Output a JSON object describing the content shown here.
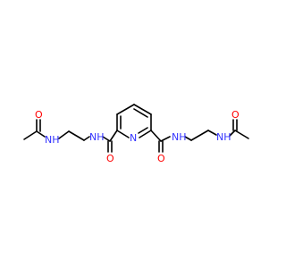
{
  "molecule": {
    "colors": {
      "carbon_bond": "#000000",
      "nitrogen": "#3333ff",
      "oxygen": "#ff0000"
    },
    "atoms": [
      {
        "id": "O1",
        "element": "O",
        "label": "O",
        "color": "#ff0000"
      },
      {
        "id": "N1",
        "element": "N",
        "label": "NH",
        "color": "#3333ff"
      },
      {
        "id": "N2",
        "element": "N",
        "label": "NH",
        "color": "#3333ff"
      },
      {
        "id": "O2",
        "element": "O",
        "label": "O",
        "color": "#ff0000"
      },
      {
        "id": "N3",
        "element": "N",
        "label": "N",
        "color": "#3333ff"
      },
      {
        "id": "O3",
        "element": "O",
        "label": "O",
        "color": "#ff0000"
      },
      {
        "id": "N4",
        "element": "N",
        "label": "NH",
        "color": "#3333ff"
      },
      {
        "id": "N5",
        "element": "N",
        "label": "NH",
        "color": "#3333ff"
      },
      {
        "id": "O4",
        "element": "O",
        "label": "O",
        "color": "#ff0000"
      }
    ]
  }
}
